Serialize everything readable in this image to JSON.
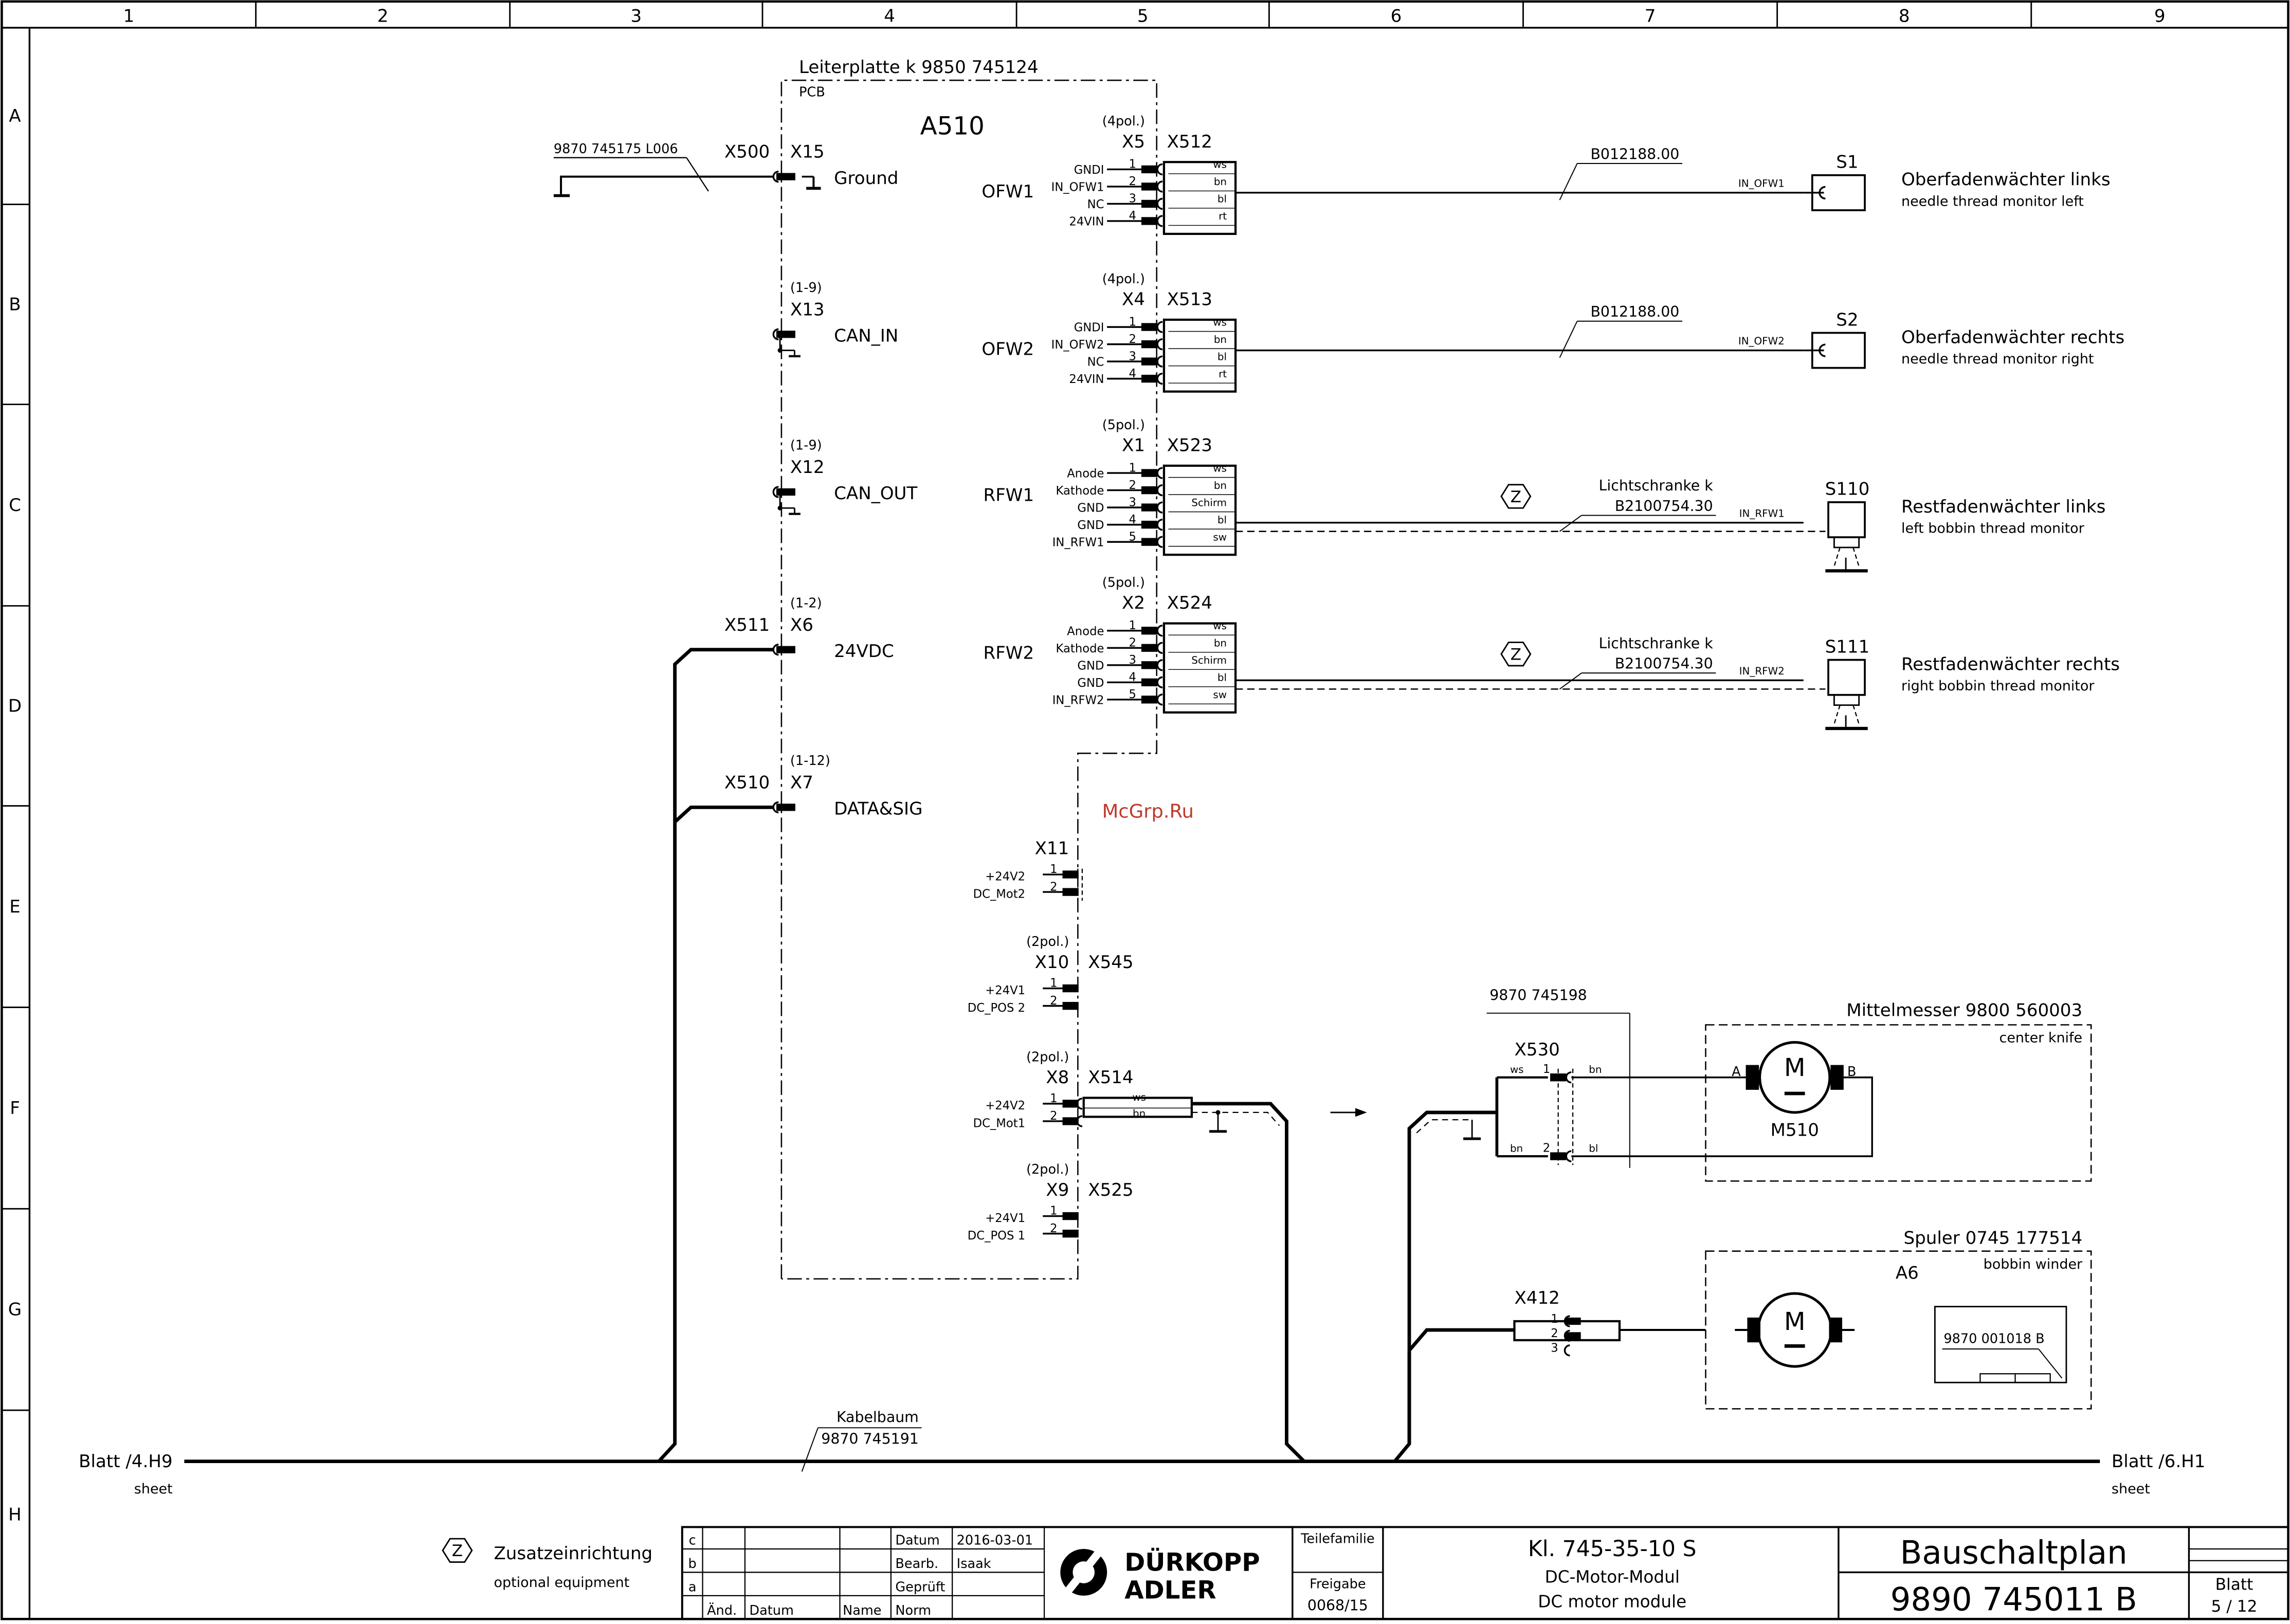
{
  "frame": {
    "columns": [
      "1",
      "2",
      "3",
      "4",
      "5",
      "6",
      "7",
      "8",
      "9"
    ],
    "rows": [
      "A",
      "B",
      "C",
      "D",
      "E",
      "F",
      "G",
      "H"
    ]
  },
  "pcb": {
    "label": "Leiterplatte k 9850 745124",
    "sub": "PCB",
    "name": "A510",
    "left_connectors": [
      {
        "pos": "",
        "id": "X15",
        "label": "Ground",
        "ext": "X500"
      },
      {
        "pos": "(1-9)",
        "id": "X13",
        "label": "CAN_IN",
        "ext": ""
      },
      {
        "pos": "(1-9)",
        "id": "X12",
        "label": "CAN_OUT",
        "ext": ""
      },
      {
        "pos": "(1-2)",
        "id": "X6",
        "label": "24VDC",
        "ext": "X511"
      },
      {
        "pos": "(1-12)",
        "id": "X7",
        "label": "DATA&SIG",
        "ext": "X510"
      }
    ],
    "cable_ground": "9870 745175 L006"
  },
  "sensor_groups": [
    {
      "func": "OFW1",
      "pol": "(4pol.)",
      "id": "X5",
      "mate": "X512",
      "pins": [
        "GNDI",
        "IN_OFW1",
        "NC",
        "24VIN"
      ],
      "nums": [
        "1",
        "2",
        "3",
        "4"
      ],
      "colors": [
        "ws",
        "bn",
        "bl",
        "rt"
      ],
      "cable": "B012188.00",
      "cable2": "",
      "signal": "IN_OFW1",
      "device": "S1",
      "title": "Oberfadenwächter links",
      "subtitle": "needle thread monitor left"
    },
    {
      "func": "OFW2",
      "pol": "(4pol.)",
      "id": "X4",
      "mate": "X513",
      "pins": [
        "GNDI",
        "IN_OFW2",
        "NC",
        "24VIN"
      ],
      "nums": [
        "1",
        "2",
        "3",
        "4"
      ],
      "colors": [
        "ws",
        "bn",
        "bl",
        "rt"
      ],
      "cable": "B012188.00",
      "cable2": "",
      "signal": "IN_OFW2",
      "device": "S2",
      "title": "Oberfadenwächter rechts",
      "subtitle": "needle thread monitor right"
    },
    {
      "func": "RFW1",
      "pol": "(5pol.)",
      "id": "X1",
      "mate": "X523",
      "pins": [
        "Anode",
        "Kathode",
        "GND",
        "GND",
        "IN_RFW1"
      ],
      "nums": [
        "1",
        "2",
        "3",
        "4",
        "5"
      ],
      "colors": [
        "ws",
        "bn",
        "Schirm",
        "bl",
        "sw"
      ],
      "cable": "Lichtschranke k",
      "cable2": "B2100754.30",
      "signal": "IN_RFW1",
      "device": "S110",
      "title": "Restfadenwächter links",
      "subtitle": "left bobbin thread monitor"
    },
    {
      "func": "RFW2",
      "pol": "(5pol.)",
      "id": "X2",
      "mate": "X524",
      "pins": [
        "Anode",
        "Kathode",
        "GND",
        "GND",
        "IN_RFW2"
      ],
      "nums": [
        "1",
        "2",
        "3",
        "4",
        "5"
      ],
      "colors": [
        "ws",
        "bn",
        "Schirm",
        "bl",
        "sw"
      ],
      "cable": "Lichtschranke k",
      "cable2": "B2100754.30",
      "signal": "IN_RFW2",
      "device": "S111",
      "title": "Restfadenwächter rechts",
      "subtitle": "right bobbin thread monitor"
    }
  ],
  "motor_connectors": [
    {
      "pol": "",
      "id": "X11",
      "mate": "",
      "pins": [
        "+24V2",
        "DC_Mot2"
      ]
    },
    {
      "pol": "(2pol.)",
      "id": "X10",
      "mate": "X545",
      "pins": [
        "+24V1",
        "DC_POS 2"
      ]
    },
    {
      "pol": "(2pol.)",
      "id": "X8",
      "mate": "X514",
      "pins": [
        "+24V2",
        "DC_Mot1"
      ]
    },
    {
      "pol": "(2pol.)",
      "id": "X9",
      "mate": "X525",
      "pins": [
        "+24V1",
        "DC_POS 1"
      ]
    }
  ],
  "wire_colors_x514": [
    "ws",
    "bn"
  ],
  "watermark": "McGrp.Ru",
  "option_symbol": "Z",
  "knife": {
    "cable": "9870 745198",
    "conn": "X530",
    "title": "Mittelmesser 9800 560003",
    "subtitle": "center knife",
    "motor": "M510",
    "letter": "M",
    "terminals": [
      "A",
      "B"
    ],
    "wires": [
      "ws",
      "bn",
      "bn",
      "bl"
    ],
    "pins": [
      "1",
      "2"
    ]
  },
  "winder": {
    "conn": "X412",
    "pins": [
      "1",
      "2",
      "3"
    ],
    "title": "Spuler 0745 177514",
    "subtitle": "bobbin winder",
    "name": "A6",
    "letter": "M",
    "part": "9870 001018 B"
  },
  "harness": {
    "label": "Kabelbaum",
    "part": "9870 745191",
    "left": "Blatt /4.H9",
    "left_sub": "sheet",
    "right": "Blatt /6.H1",
    "right_sub": "sheet"
  },
  "legend": {
    "symbol": "Z",
    "title": "Zusatzeinrichtung",
    "subtitle": "optional equipment"
  },
  "titleblock": {
    "rev_rows": [
      "c",
      "b",
      "a"
    ],
    "headers": [
      "Änd.",
      "Datum",
      "Name",
      "Norm"
    ],
    "fields": [
      "Datum",
      "Bearb.",
      "Geprüft"
    ],
    "values": [
      "2016-03-01",
      "Isaak",
      ""
    ],
    "brand1": "DÜRKOPP",
    "brand2": "ADLER",
    "family_label": "Teilefamilie",
    "release_label": "Freigabe",
    "release": "0068/15",
    "model": "Kl. 745-35-10 S",
    "title_de": "DC-Motor-Modul",
    "title_en": "DC motor module",
    "doc_type": "Bauschaltplan",
    "doc_no": "9890   745011 B",
    "sheet_label": "Blatt",
    "sheet": "5 / 12"
  }
}
